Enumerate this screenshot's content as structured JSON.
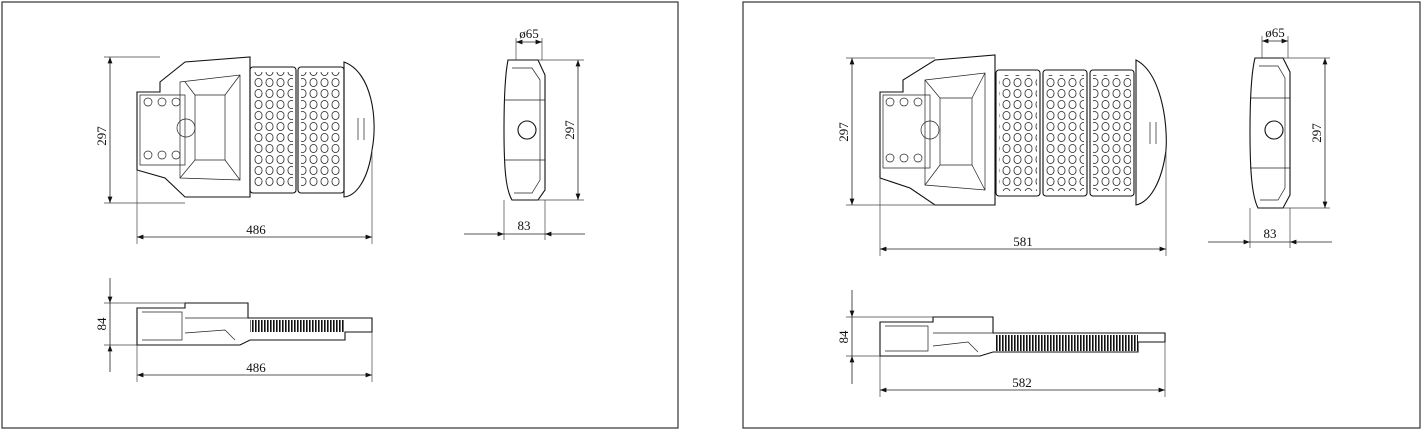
{
  "sheets": [
    {
      "id": "left",
      "top_view": {
        "height_label": "297",
        "width_label": "486"
      },
      "end_view": {
        "diameter_label": "ø65",
        "height_label": "297",
        "depth_label": "83"
      },
      "side_view": {
        "height_label": "84",
        "width_label": "486"
      }
    },
    {
      "id": "right",
      "top_view": {
        "height_label": "297",
        "width_label": "581"
      },
      "end_view": {
        "diameter_label": "ø65",
        "height_label": "297",
        "depth_label": "83"
      },
      "side_view": {
        "height_label": "84",
        "width_label": "582"
      }
    }
  ],
  "colors": {
    "line": "#111111",
    "frame": "#333333",
    "background": "#ffffff"
  }
}
